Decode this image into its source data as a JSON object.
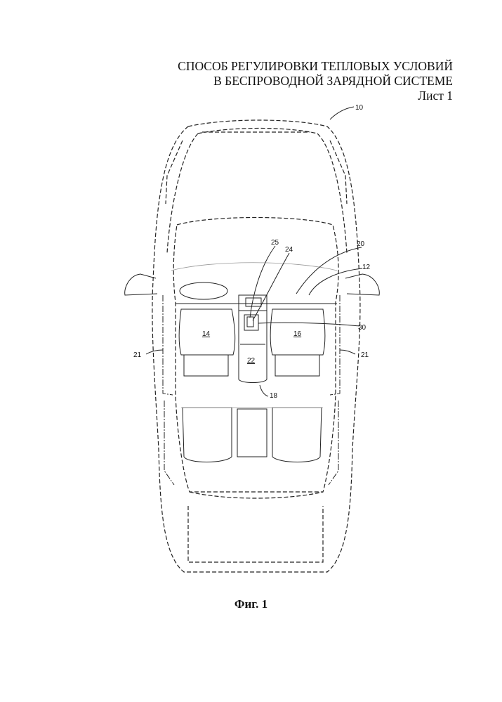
{
  "header": {
    "title_line1": "СПОСОБ РЕГУЛИРОВКИ ТЕПЛОВЫХ УСЛОВИЙ",
    "title_line2": "В БЕСПРОВОДНОЙ ЗАРЯДНОЙ СИСТЕМЕ",
    "sheet": "Лист 1"
  },
  "figure": {
    "caption": "Фиг. 1",
    "labels": {
      "vehicle": "10",
      "cabin": "12",
      "seat_left": "14",
      "seat_right": "16",
      "console": "18",
      "dashboard": "20",
      "door_left": "21",
      "door_right": "21",
      "armrest": "22",
      "device": "24",
      "pad": "25",
      "charger": "30"
    }
  }
}
